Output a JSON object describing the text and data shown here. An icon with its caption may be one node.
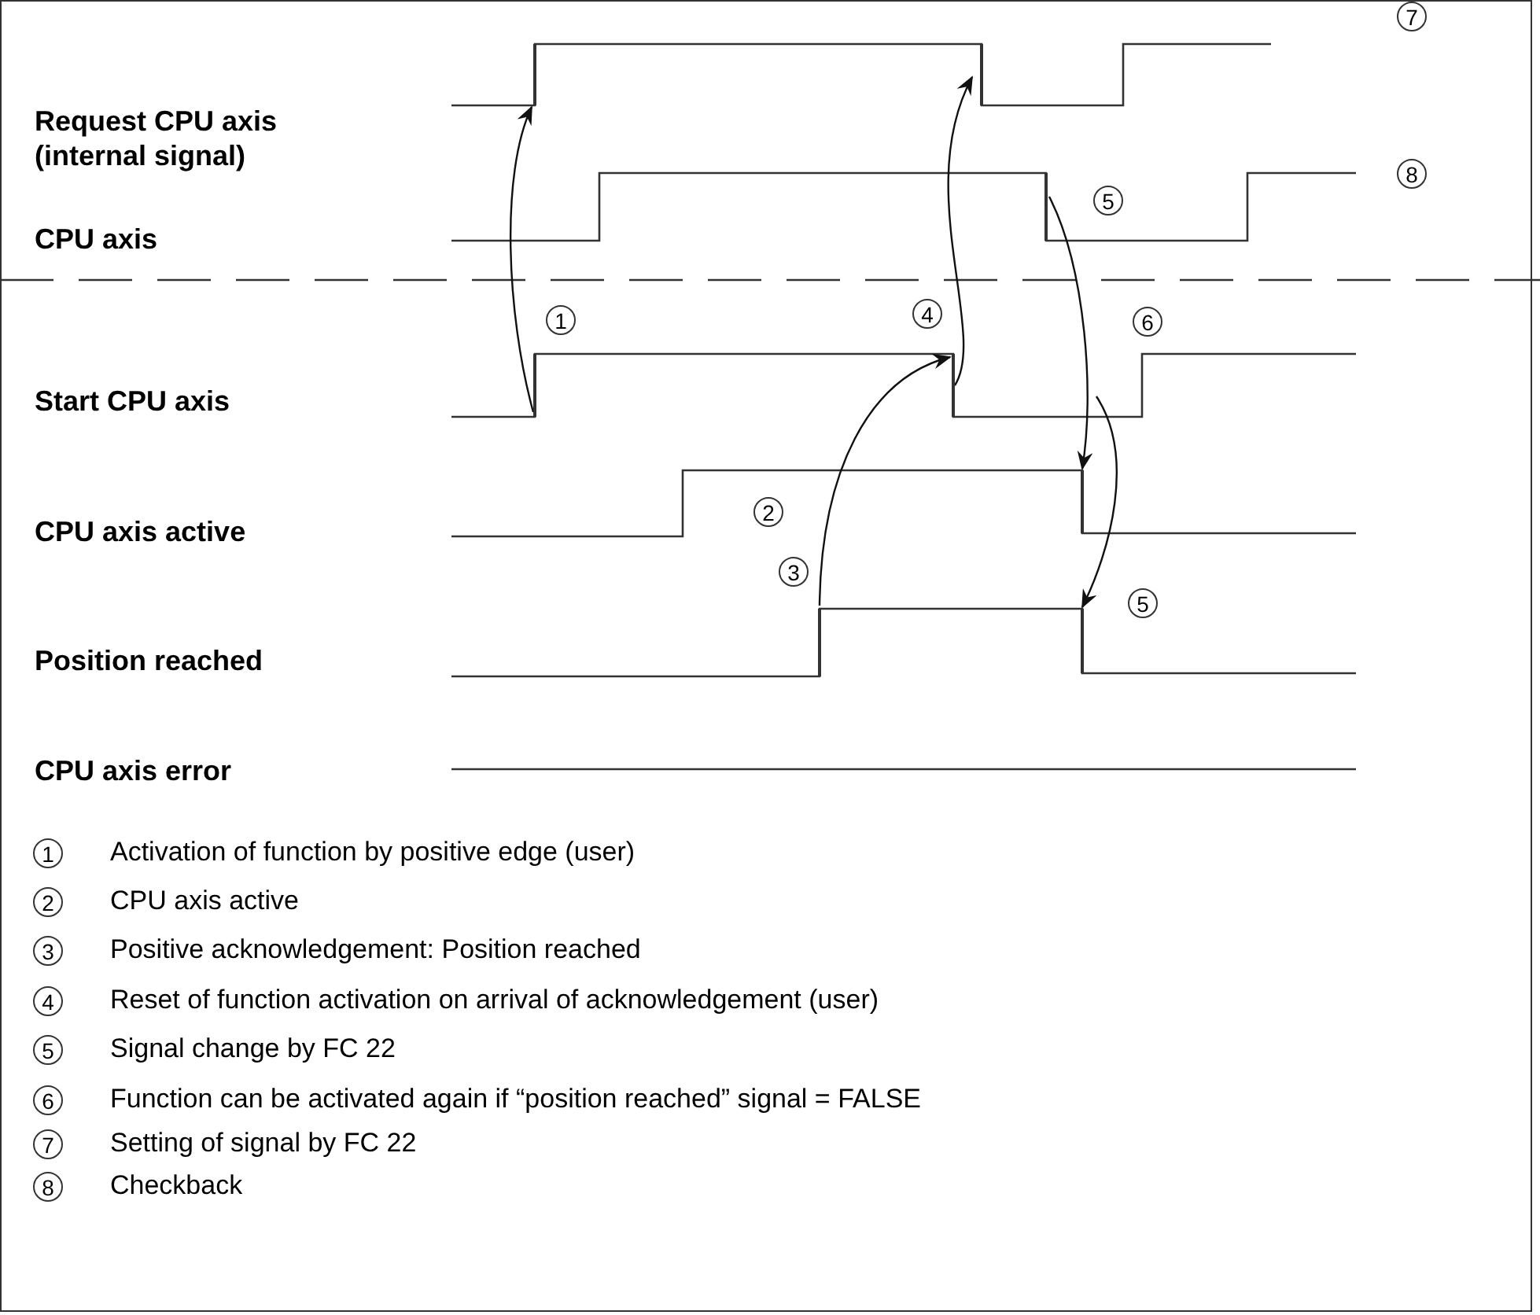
{
  "diagram": {
    "nodes": [
      {
        "text": [
          "Request CPU axis (internal signal)"
        ]
      },
      {
        "text": [
          "CPU axis"
        ]
      },
      {
        "text": [
          "Start CPU axis"
        ]
      },
      {
        "text": [
          "CPU axis active"
        ]
      },
      {
        "text": [
          "Position reached"
        ]
      },
      {
        "text": [
          "CPU axis error"
        ]
      },
      {
        "text": [],
        "shape": "bar"
      },
      {
        "text": [],
        "shape": "bar"
      },
      {
        "text": [],
        "shape": "bar"
      },
      {
        "text": [],
        "shape": "bar"
      },
      {
        "text": [],
        "shape": "bar"
      },
      {
        "text": [],
        "shape": "bar"
      },
      {
        "text": [],
        "shape": "bar"
      },
      {
        "text": [],
        "shape": "bar"
      }
    ],
    "edges": [
      {
        "from": 9,
        "to": 6,
        "arrow": "to"
      },
      {
        "from": 10,
        "to": 7,
        "arrow": "to"
      },
      {
        "from": 12,
        "to": 10,
        "arrow": "to"
      },
      {
        "from": 8,
        "to": 11,
        "arrow": "to"
      },
      {
        "from": null,
        "to": 13,
        "arrow": "to"
      }
    ],
    "labels": [
      "7",
      "8",
      "5",
      "1",
      "4",
      "6",
      "2",
      "3",
      "5",
      "1",
      "Activation of function by positive edge (user)",
      "2",
      "CPU axis active",
      "3",
      "Positive acknowledgement: Position reached",
      "4",
      "Reset of function activation on arrival of acknowledgement (user)",
      "5",
      "Signal change by FC 22",
      "6",
      "Function can be activated again if “position reached” signal = FALSE",
      "7",
      "Setting of signal by FC 22",
      "8",
      "Checkback"
    ]
  }
}
